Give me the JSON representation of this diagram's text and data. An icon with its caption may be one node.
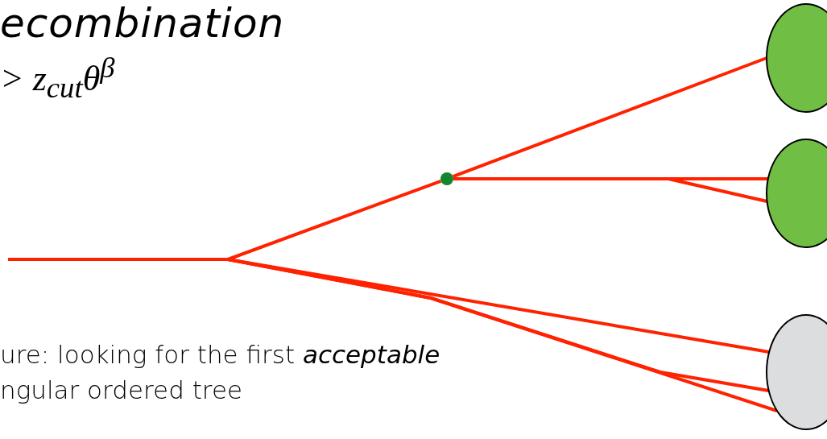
{
  "diagram": {
    "nodes": [
      {
        "text": [],
        "shape": "circle"
      },
      {
        "text": [],
        "shape": "circle"
      },
      {
        "text": [],
        "shape": "circle"
      },
      {
        "text": [],
        "shape": "circle"
      }
    ],
    "edges": [
      {
        "from": null,
        "to": 1,
        "arrow": "none"
      },
      {
        "from": 1,
        "to": 0,
        "arrow": "none"
      },
      {
        "from": 1,
        "to": 2,
        "arrow": "none"
      },
      {
        "from": 1,
        "to": 2,
        "arrow": "none"
      },
      {
        "from": null,
        "to": 3,
        "arrow": "none"
      },
      {
        "from": null,
        "to": 3,
        "arrow": "none"
      },
      {
        "from": null,
        "to": 3,
        "arrow": "none"
      }
    ],
    "labels": [
      "ecombination",
      "> z$_{cut}$θ$^{β}$",
      "ure: looking for the first *acceptable* ngular ordered tree"
    ]
  }
}
